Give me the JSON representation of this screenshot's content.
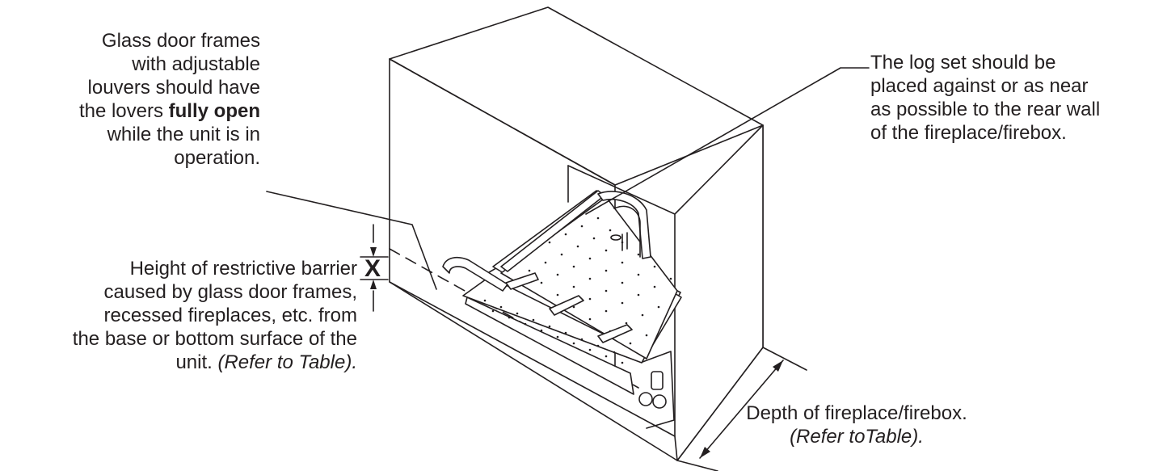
{
  "callouts": {
    "glass_door": {
      "line1": "Glass door frames",
      "line2": "with adjustable",
      "line3": "louvers should have",
      "line4_pre": "the lovers ",
      "line4_bold": "fully open",
      "line5": "while the unit is in",
      "line6": "operation."
    },
    "log_set": {
      "line1": "The log set should be",
      "line2": "placed against or as near",
      "line3": "as possible to the rear wall",
      "line4": "of the fireplace/firebox."
    },
    "barrier": {
      "line1": "Height of restrictive barrier",
      "line2": "caused by glass door frames,",
      "line3": "recessed fireplaces, etc. from",
      "line4": "the base or bottom surface of the",
      "line5_pre": "unit. ",
      "line5_italic": "(Refer to Table)."
    },
    "depth": {
      "line1": "Depth of fireplace/firebox.",
      "line2": "(Refer toTable)."
    },
    "dimension_mark": "X"
  }
}
